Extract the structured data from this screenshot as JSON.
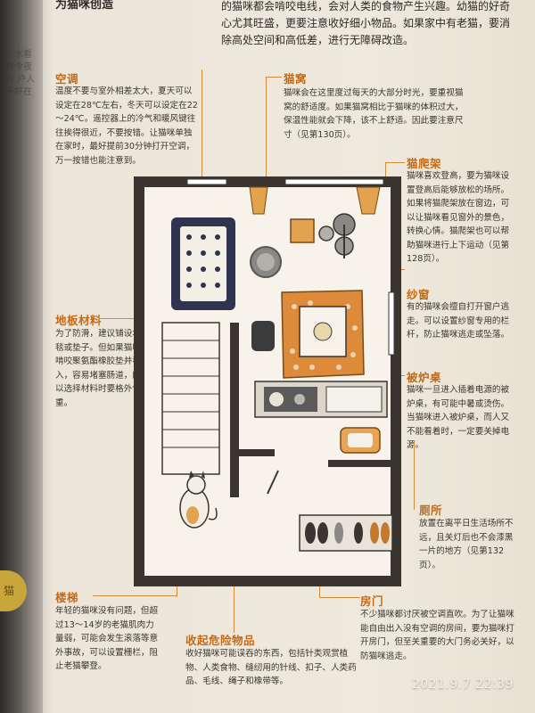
{
  "heading": "为猫咪创造",
  "intro": "的猫咪都会啃咬电线，会对人类的食物产生兴趣。幼猫的好奇心尤其旺盛，更要注意收好细小物品。如果家中有老猫，要消除高处空间和高低差，进行无障碍改造。",
  "left_page_text": "小水看到今夜的 户人不好在",
  "page_tab": "猫",
  "annotations": {
    "aircon": {
      "title": "空调",
      "body": "温度不要与室外相差太大，夏天可以设定在28℃左右，冬天可以设定在22～24℃。遥控器上的冷气和暖风键往往挨得很近，不要按错。让猫咪单独在家时，最好提前30分钟打开空调，万一按错也能注意到。"
    },
    "bed": {
      "title": "猫窝",
      "body": "猫咪会在这里度过每天的大部分时光，要重视猫窝的舒适度。如果猫窝相比于猫咪的体积过大，保温性能就会下降，该不上舒适。因此要注意尺寸（见第130页）。"
    },
    "tower": {
      "title": "猫爬架",
      "body": "猫咪喜欢登高，要为猫咪设置登高后能够放松的场所。如果将猫爬架放在窗边，可以让猫咪看见窗外的景色，转换心情。猫爬架也可以帮助猫咪进行上下运动（见第128页）。"
    },
    "screen": {
      "title": "纱窗",
      "body": "有的猫咪会擅自打开窗户逃走。可以设置纱窗专用的栏杆，防止猫咪逃走或坠落。"
    },
    "floor": {
      "title": "地板材料",
      "body": "为了防滑，建议铺设地毯或垫子。但如果猫咪啃咬聚氨酯橡胶垫并吞入，容易堵塞肠道，所以选择材料时要格外慎重。"
    },
    "kotatsu": {
      "title": "被炉桌",
      "body": "猫咪一旦进入插着电源的被炉桌，有可能中暑或烫伤。当猫咪进入被炉桌，而人又不能看着时，一定要关掉电源。"
    },
    "toilet": {
      "title": "厕所",
      "body": "放置在离平日生活场所不远，且关灯后也不会漆黑一片的地方（见第132页）。"
    },
    "stairs": {
      "title": "楼梯",
      "body": "年轻的猫咪没有问题，但超过13～14岁的老猫肌肉力量弱，可能会发生滚落等意外事故，可以设置栅栏，阻止老猫攀登。"
    },
    "hazards": {
      "title": "收起危险物品",
      "body": "收好猫咪可能误吞的东西，包括针类观赏植物、人类食物、缝纫用的针线、扣子、人类药品、毛线、绳子和橡带等。"
    },
    "door": {
      "title": "房门",
      "body": "不少猫咪都讨厌被空调直吹。为了让猫咪能自由出入没有空调的房间，要为猫咪打开房门，但至关重要的大门务必关好，以防猫咪逃走。"
    }
  },
  "timestamp": "2021.9.7 22:39",
  "colors": {
    "accent": "#c46a16",
    "page": "#efe9dd",
    "cushion_orange": "#e3a24e",
    "sofa_orange": "#dd8a3a",
    "navy": "#2b3552"
  }
}
